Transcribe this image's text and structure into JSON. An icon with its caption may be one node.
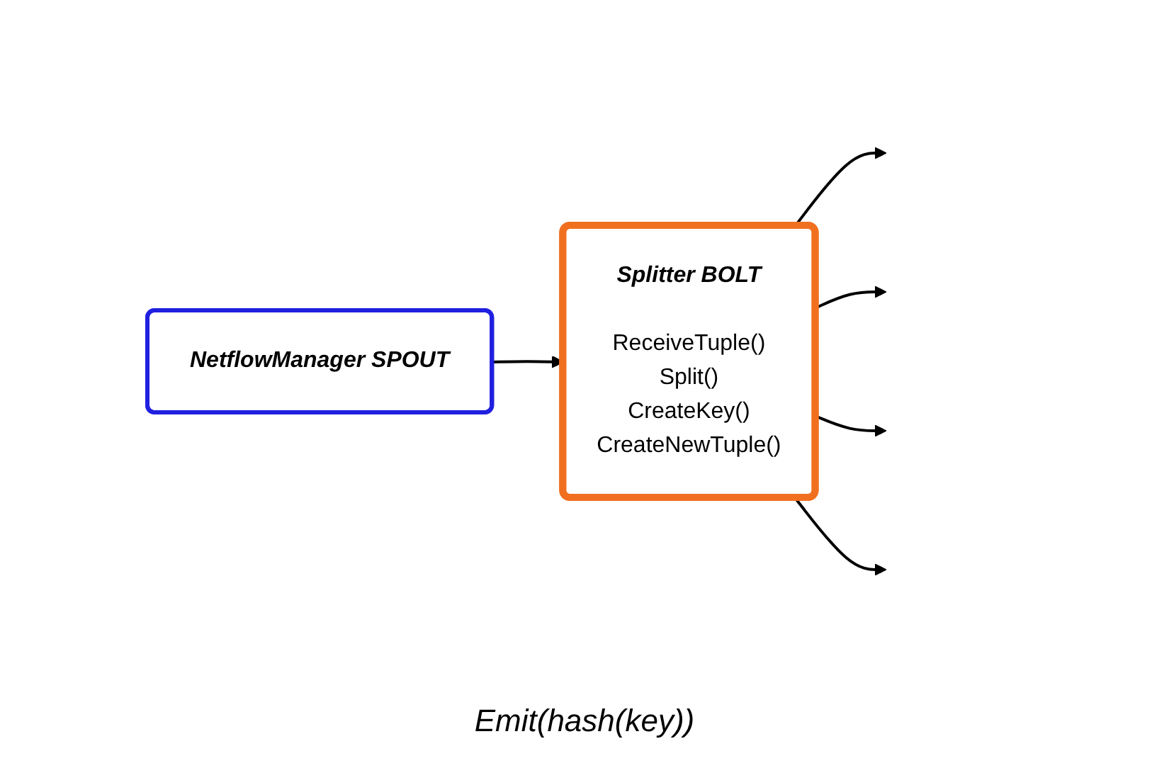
{
  "diagram": {
    "nodes": [
      {
        "text": [
          "NetflowManager SPOUT"
        ]
      },
      {
        "text": [
          "Splitter BOLT",
          "ReceiveTuple()",
          "Split()",
          "CreateKey()",
          "CreateNewTuple()"
        ]
      }
    ],
    "edges": [
      {
        "from": 0,
        "to": 1,
        "arrow": "to"
      },
      {
        "from": 1,
        "to": null,
        "arrow": "to"
      },
      {
        "from": 1,
        "to": null,
        "arrow": "to"
      },
      {
        "from": 1,
        "to": null,
        "arrow": "to"
      },
      {
        "from": 1,
        "to": null,
        "arrow": "to"
      }
    ],
    "labels": [
      "Emit(hash(key))"
    ]
  }
}
